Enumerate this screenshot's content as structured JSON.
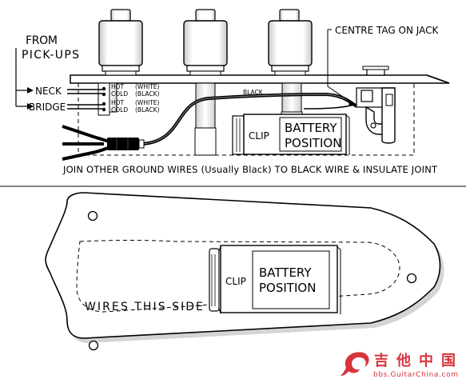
{
  "top": {
    "from_label": "FROM",
    "pickups_label": "PICK-UPS",
    "neck_label": "NECK",
    "bridge_label": "BRIDGE",
    "neck_hot": "HOT",
    "neck_cold": "COLD",
    "neck_hot_color": "(WHITE)",
    "neck_cold_color": "(BLACK)",
    "bridge_hot": "HOT",
    "bridge_cold": "COLD",
    "bridge_hot_color": "(WHITE)",
    "bridge_cold_color": "(BLACK)",
    "black_wire_label": "BLACK",
    "jack_label": "CENTRE TAG ON JACK",
    "battery_clip": "CLIP",
    "battery_line1": "BATTERY",
    "battery_line2": "POSITION",
    "ground_note": "JOIN OTHER GROUND WIRES (Usually Black) TO BLACK WIRE & INSULATE JOINT"
  },
  "bottom": {
    "battery_clip": "CLIP",
    "battery_line1": "BATTERY",
    "battery_line2": "POSITION",
    "wires_label": "WIRES THIS SIDE"
  },
  "watermark": {
    "chinese": "吉他中国",
    "url": "bbs.GuitarChina.com"
  },
  "colors": {
    "ink": "#000000",
    "shadow": "#bfbfbf",
    "watermark": "#d8343c"
  }
}
